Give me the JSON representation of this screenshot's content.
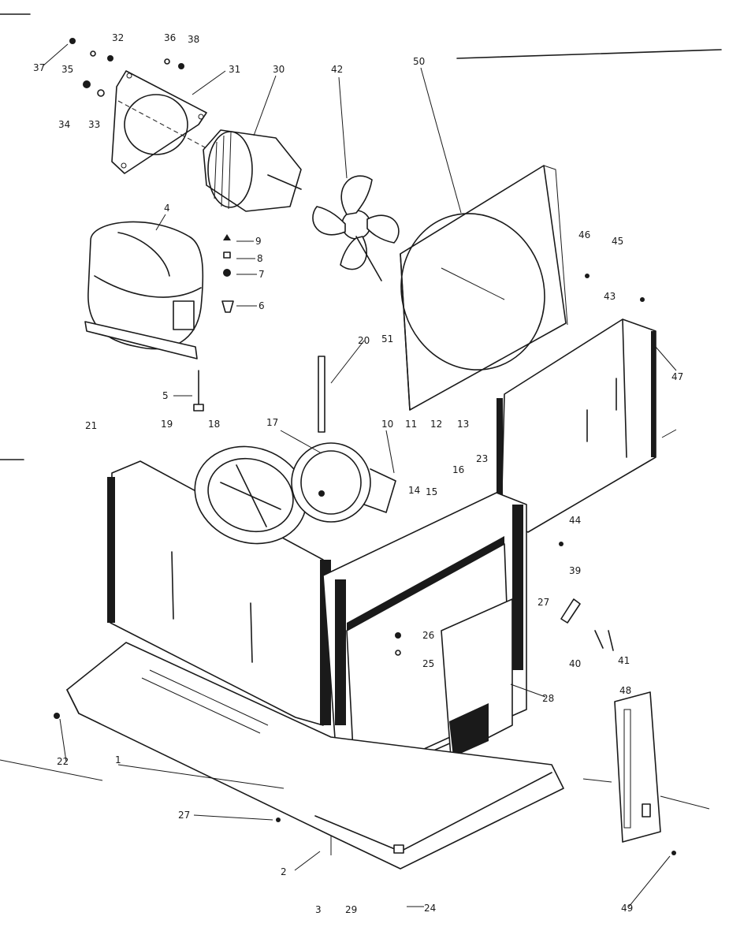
{
  "diagram": {
    "type": "exploded parts diagram",
    "colors": {
      "ink": "#1a1a1a",
      "paper": "#ffffff"
    },
    "callouts": [
      {
        "id": "c37",
        "text": "37"
      },
      {
        "id": "c32",
        "text": "32"
      },
      {
        "id": "c35",
        "text": "35"
      },
      {
        "id": "c36",
        "text": "36"
      },
      {
        "id": "c38",
        "text": "38"
      },
      {
        "id": "c31",
        "text": "31"
      },
      {
        "id": "c34",
        "text": "34"
      },
      {
        "id": "c33",
        "text": "33"
      },
      {
        "id": "c30",
        "text": "30"
      },
      {
        "id": "c42",
        "text": "42"
      },
      {
        "id": "c50",
        "text": "50"
      },
      {
        "id": "c4",
        "text": "4"
      },
      {
        "id": "c9",
        "text": "9"
      },
      {
        "id": "c8",
        "text": "8"
      },
      {
        "id": "c7",
        "text": "7"
      },
      {
        "id": "c6",
        "text": "6"
      },
      {
        "id": "c5",
        "text": "5"
      },
      {
        "id": "c46",
        "text": "46"
      },
      {
        "id": "c45",
        "text": "45"
      },
      {
        "id": "c43",
        "text": "43"
      },
      {
        "id": "c51",
        "text": "51"
      },
      {
        "id": "c20",
        "text": "20"
      },
      {
        "id": "c47",
        "text": "47"
      },
      {
        "id": "c21",
        "text": "21"
      },
      {
        "id": "c19",
        "text": "19"
      },
      {
        "id": "c18",
        "text": "18"
      },
      {
        "id": "c17",
        "text": "17"
      },
      {
        "id": "c10",
        "text": "10"
      },
      {
        "id": "c11",
        "text": "11"
      },
      {
        "id": "c12",
        "text": "12"
      },
      {
        "id": "c13",
        "text": "13"
      },
      {
        "id": "c23",
        "text": "23"
      },
      {
        "id": "c16",
        "text": "16"
      },
      {
        "id": "c14",
        "text": "14"
      },
      {
        "id": "c15",
        "text": "15"
      },
      {
        "id": "c44",
        "text": "44"
      },
      {
        "id": "c39",
        "text": "39"
      },
      {
        "id": "c27a",
        "text": "27"
      },
      {
        "id": "c26",
        "text": "26"
      },
      {
        "id": "c25",
        "text": "25"
      },
      {
        "id": "c40",
        "text": "40"
      },
      {
        "id": "c41",
        "text": "41"
      },
      {
        "id": "c28",
        "text": "28"
      },
      {
        "id": "c48",
        "text": "48"
      },
      {
        "id": "c22",
        "text": "22"
      },
      {
        "id": "c1",
        "text": "1"
      },
      {
        "id": "c27b",
        "text": "27"
      },
      {
        "id": "c2",
        "text": "2"
      },
      {
        "id": "c3",
        "text": "3"
      },
      {
        "id": "c29",
        "text": "29"
      },
      {
        "id": "c24",
        "text": "24"
      },
      {
        "id": "c49",
        "text": "49"
      }
    ]
  }
}
